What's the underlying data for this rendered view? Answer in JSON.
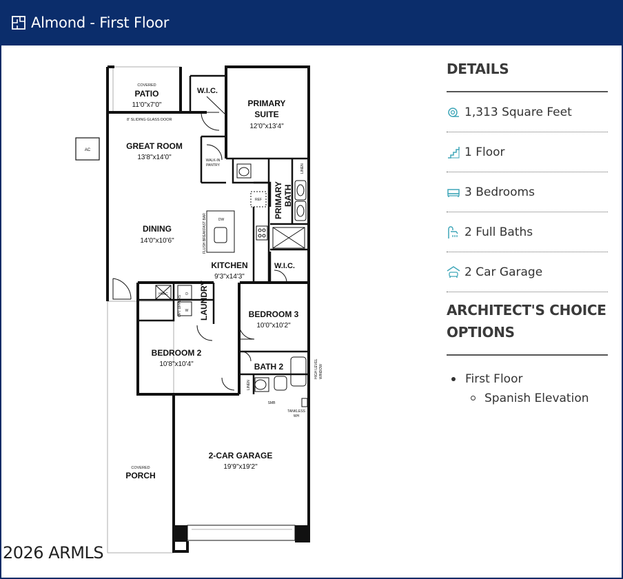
{
  "header": {
    "title": "Almond - First Floor",
    "icon": "floorplan-icon",
    "background": "#0b2d6b"
  },
  "plan": {
    "rooms": [
      {
        "name": "PATIO",
        "dims": "11'0\"x7'0\"",
        "note": "COVERED"
      },
      {
        "name": "W.I.C.",
        "dims": ""
      },
      {
        "name": "PRIMARY",
        "name2": "SUITE",
        "dims": "12'0\"x13'4\""
      },
      {
        "name": "GREAT ROOM",
        "dims": "13'8\"x14'0\""
      },
      {
        "name": "DINING",
        "dims": "14'0\"x10'6\""
      },
      {
        "name": "KITCHEN",
        "dims": "9'3\"x14'3\""
      },
      {
        "name": "PRIMARY",
        "name2": "BATH",
        "dims": ""
      },
      {
        "name": "W.I.C.",
        "dims": ""
      },
      {
        "name": "BEDROOM 3",
        "dims": "10'0\"x10'2\""
      },
      {
        "name": "LAUNDRY",
        "dims": ""
      },
      {
        "name": "BEDROOM 2",
        "dims": "10'8\"x10'4\""
      },
      {
        "name": "BATH 2",
        "dims": ""
      },
      {
        "name": "2-CAR GARAGE",
        "dims": "19'9\"x19'2\""
      },
      {
        "name": "PORCH",
        "dims": "",
        "note": "COVERED"
      }
    ],
    "small_labels": {
      "sliding_door": "8' SLIDING GLASS DOOR",
      "ac": "AC",
      "walkin_pantry_1": "WALK-IN",
      "walkin_pantry_2": "PANTRY",
      "linen": "LINEN",
      "ref": "REF",
      "dw": "DW",
      "breakfast_bar": "FLUSH BREAKFAST BAR",
      "hvac": "HVAC",
      "opt_uppers": "OPT UPPERS",
      "d": "D",
      "w": "W",
      "linen2": "LINEN",
      "high_window_1": "HIGH LEVEL",
      "high_window_2": "WINDOW",
      "smb": "SMB",
      "tankless_1": "TANKLESS",
      "tankless_2": "WH"
    }
  },
  "watermark": "2026 ARMLS",
  "details": {
    "heading": "DETAILS",
    "items": [
      {
        "icon": "square-feet-icon",
        "label": "1,313 Square Feet"
      },
      {
        "icon": "stairs-icon",
        "label": "1 Floor"
      },
      {
        "icon": "bed-icon",
        "label": "3 Bedrooms"
      },
      {
        "icon": "shower-icon",
        "label": "2 Full Baths"
      },
      {
        "icon": "garage-icon",
        "label": "2 Car Garage"
      }
    ]
  },
  "options": {
    "heading_line1": "ARCHITECT'S CHOICE",
    "heading_line2": "OPTIONS",
    "level1": "First Floor",
    "level2": "Spanish Elevation"
  },
  "colors": {
    "accent_icon": "#3fa6b8",
    "header_bg": "#0b2d6b",
    "text": "#333333"
  }
}
